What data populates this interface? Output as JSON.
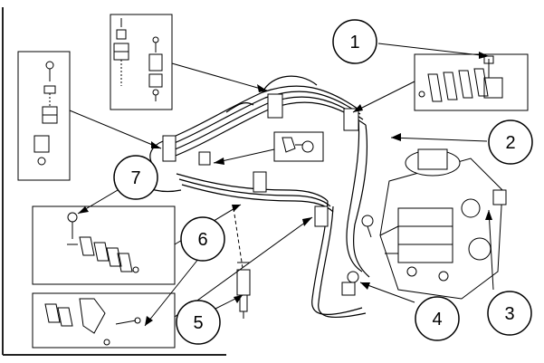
{
  "callouts": [
    {
      "number": "1"
    },
    {
      "number": "2"
    },
    {
      "number": "3"
    },
    {
      "number": "4"
    },
    {
      "number": "5"
    },
    {
      "number": "6"
    },
    {
      "number": "7"
    }
  ],
  "colors": {
    "background": "#ffffff",
    "line": "#000000",
    "frame": "#222222"
  }
}
